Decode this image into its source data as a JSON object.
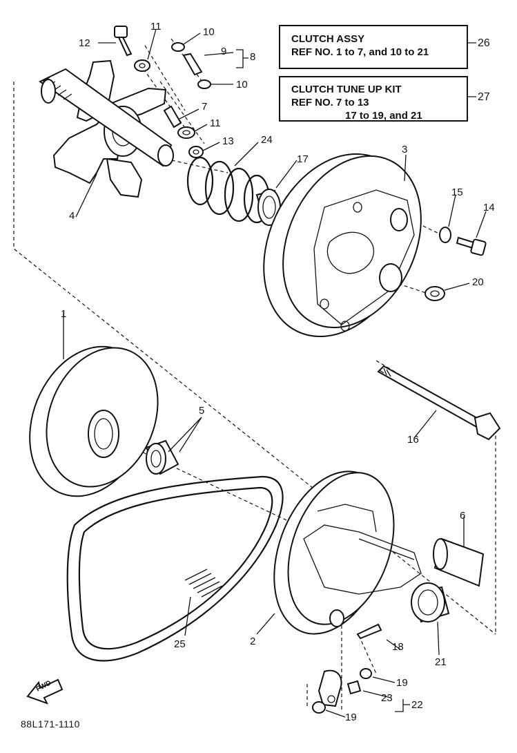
{
  "boxes": {
    "clutch_assy": {
      "title": "CLUTCH ASSY",
      "line2": "REF NO. 1 to 7, and 10 to 21",
      "ref": "26"
    },
    "tune_up_kit": {
      "title": "CLUTCH TUNE UP KIT",
      "line2": "REF NO. 7 to 13",
      "line3": "17 to 19, and 21",
      "ref": "27"
    }
  },
  "callouts": {
    "c1": "1",
    "c2": "2",
    "c3": "3",
    "c4": "4",
    "c5": "5",
    "c6": "6",
    "c7": "7",
    "c8": "8",
    "c9": "9",
    "c10a": "10",
    "c10b": "10",
    "c11a": "11",
    "c11b": "11",
    "c12": "12",
    "c13": "13",
    "c14": "14",
    "c15": "15",
    "c16": "16",
    "c17": "17",
    "c18": "18",
    "c19a": "19",
    "c19b": "19",
    "c20": "20",
    "c21": "21",
    "c22": "22",
    "c23": "23",
    "c24": "24",
    "c25": "25"
  },
  "fwd_label": "FWD",
  "diagram_code": "88L171-1110"
}
